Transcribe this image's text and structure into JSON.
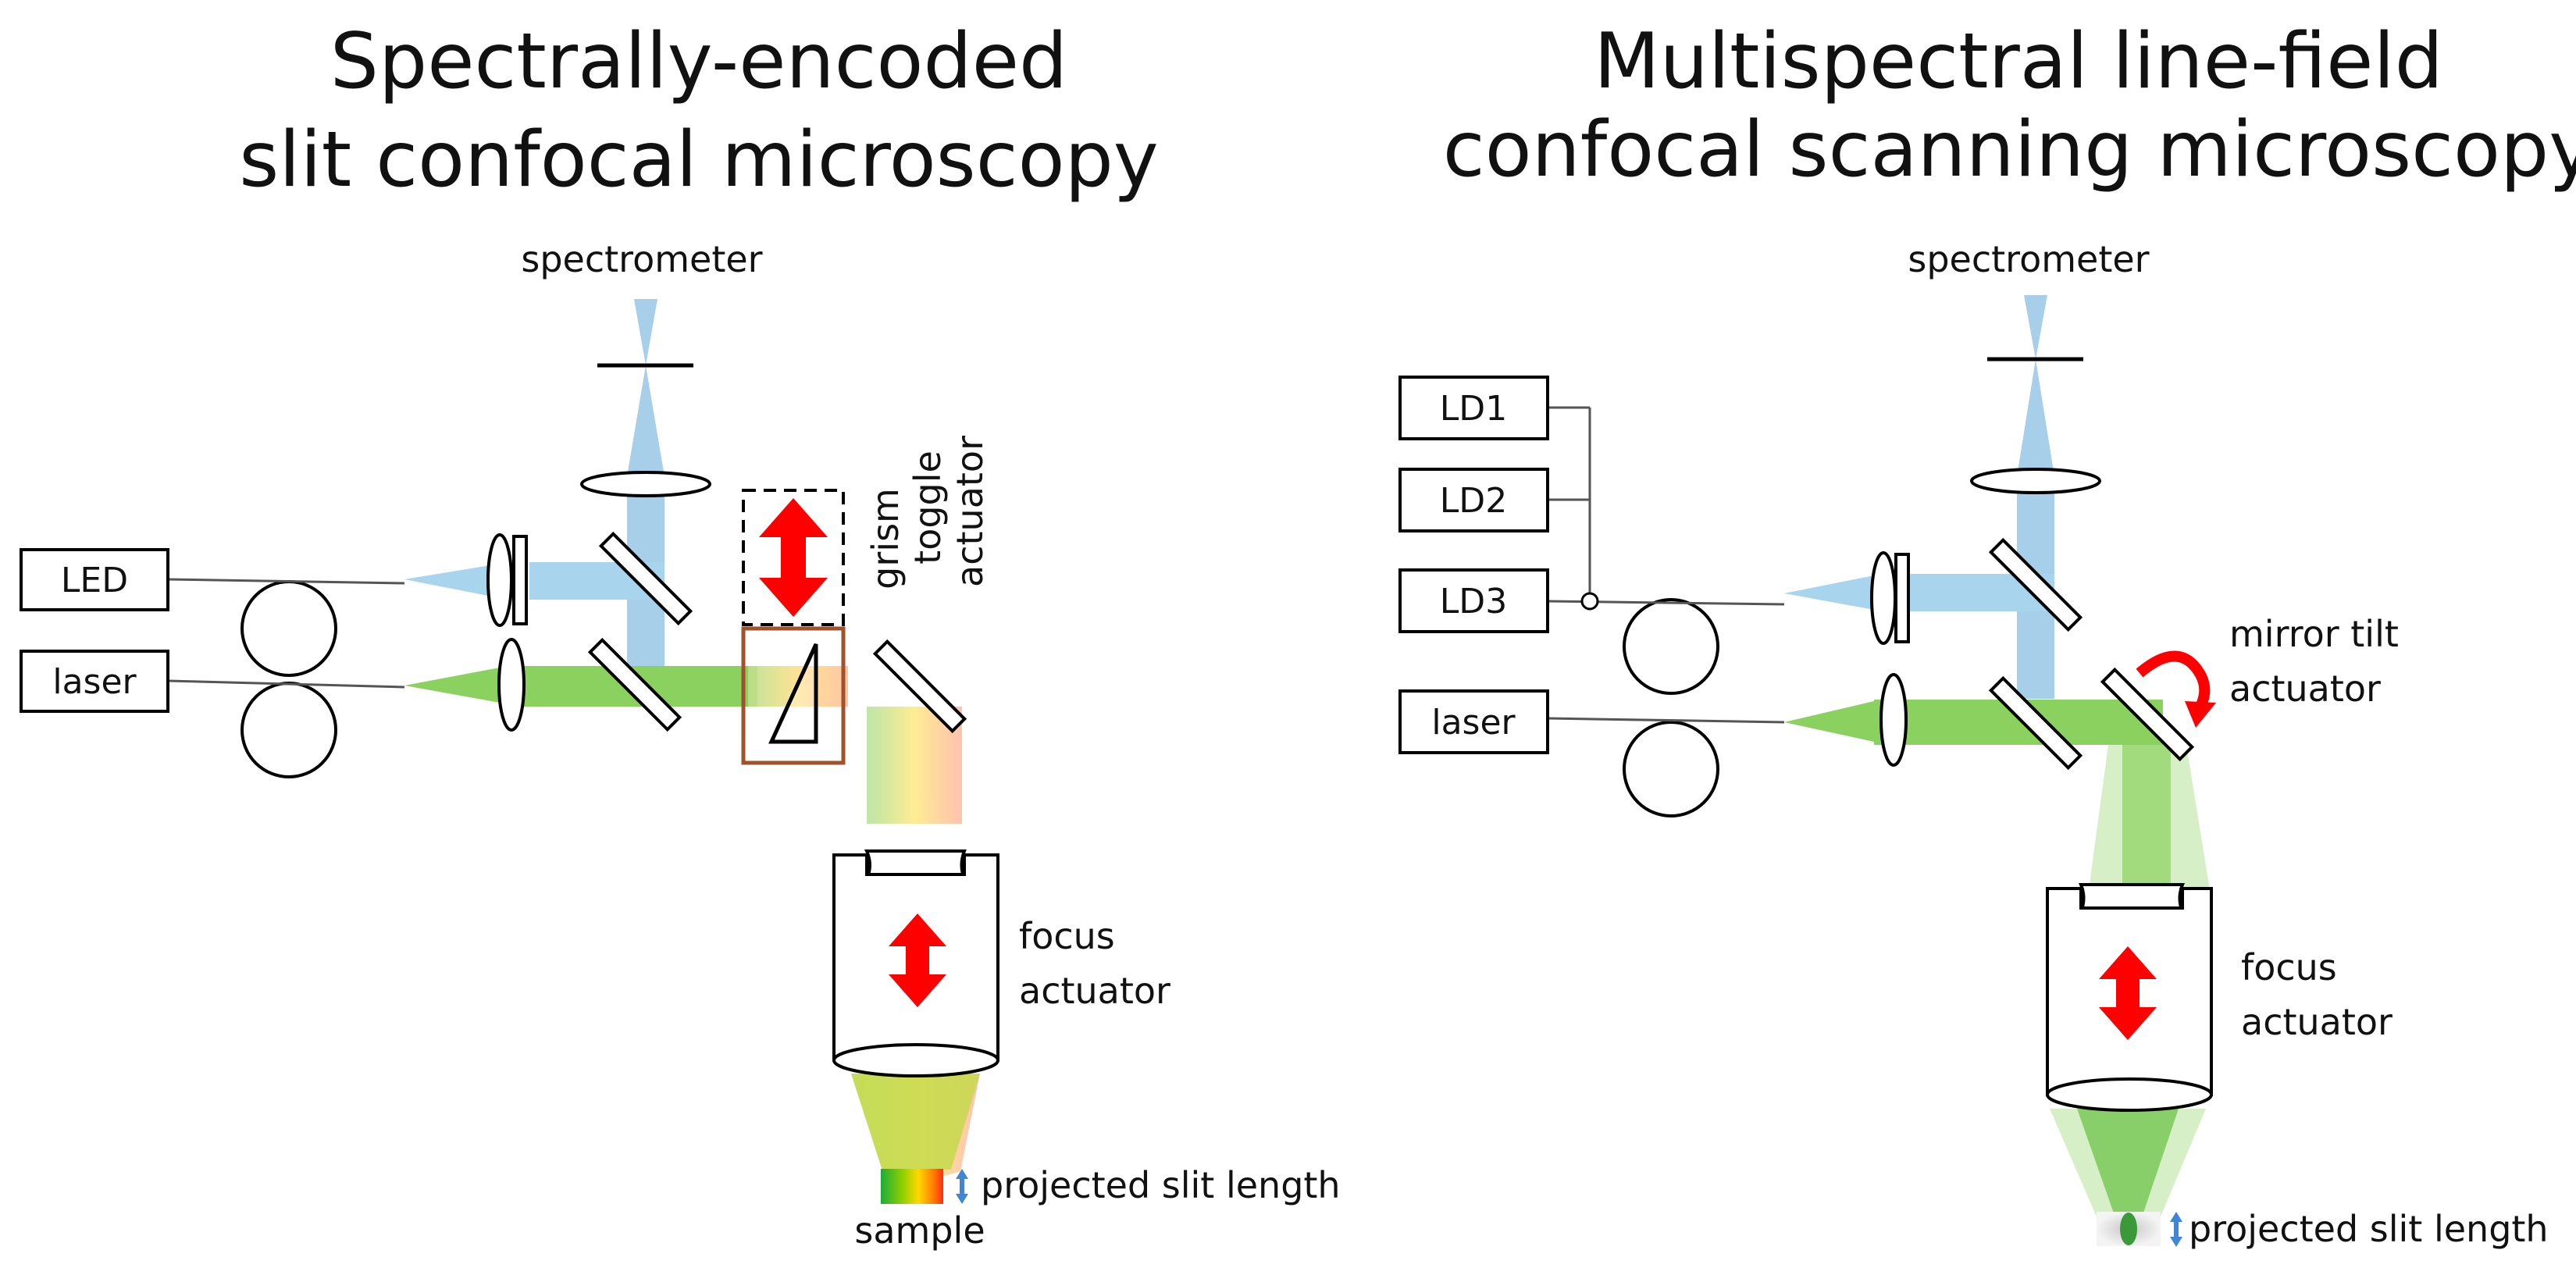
{
  "colors": {
    "led_beam": "#a9d4ee",
    "detect_beam": "#a7cfea",
    "laser_beam": "#8bd15f",
    "actuator_arrow": "#ff0000",
    "grism_box": "#a0522d",
    "scale_arrow": "#3f86d6"
  },
  "left": {
    "title_line1": "Spectrally-encoded",
    "title_line2": "slit confocal microscopy",
    "spectrometer": "spectrometer",
    "led": "LED",
    "laser": "laser",
    "grism_word1": "grism",
    "grism_word2": "toggle",
    "grism_word3": "actuator",
    "focus_line1": "focus",
    "focus_line2": "actuator",
    "slit_length": "projected slit length",
    "sample": "sample"
  },
  "right": {
    "title_line1": "Multispectral line-field",
    "title_line2": "confocal scanning microscopy",
    "spectrometer": "spectrometer",
    "ld1": "LD1",
    "ld2": "LD2",
    "ld3": "LD3",
    "laser": "laser",
    "mirror_line1": "mirror tilt",
    "mirror_line2": "actuator",
    "focus_line1": "focus",
    "focus_line2": "actuator",
    "slit_length": "projected slit length"
  }
}
